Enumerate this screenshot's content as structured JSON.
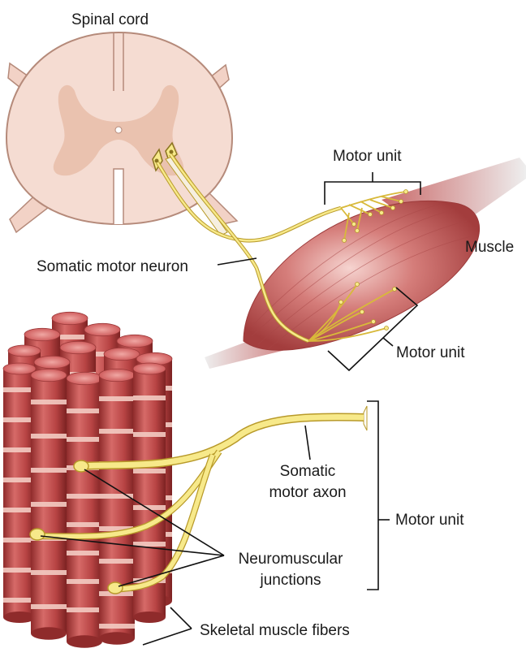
{
  "labels": {
    "spinal_cord": "Spinal cord",
    "motor_unit_top": "Motor unit",
    "muscle": "Muscle",
    "somatic_motor_neuron": "Somatic motor neuron",
    "motor_unit_lower": "Motor unit",
    "somatic_motor_axon_line1": "Somatic",
    "somatic_motor_axon_line2": "motor axon",
    "motor_unit_right": "Motor unit",
    "neuromuscular_line1": "Neuromuscular",
    "neuromuscular_line2": "junctions",
    "skeletal_muscle_fibers": "Skeletal muscle fibers"
  },
  "colors": {
    "spinal_white_matter": "#f3d9cf",
    "spinal_gray_matter": "#e8bfae",
    "spinal_outline": "#b58a7a",
    "muscle_red": "#b84a4a",
    "muscle_highlight": "#f4c9c4",
    "nerve_yellow": "#f7e98a",
    "nerve_outline": "#b89a2a",
    "fiber_red": "#b4403f",
    "fiber_band": "#f2c6bd",
    "fiber_top": "#d9696a",
    "line_black": "#111111"
  }
}
